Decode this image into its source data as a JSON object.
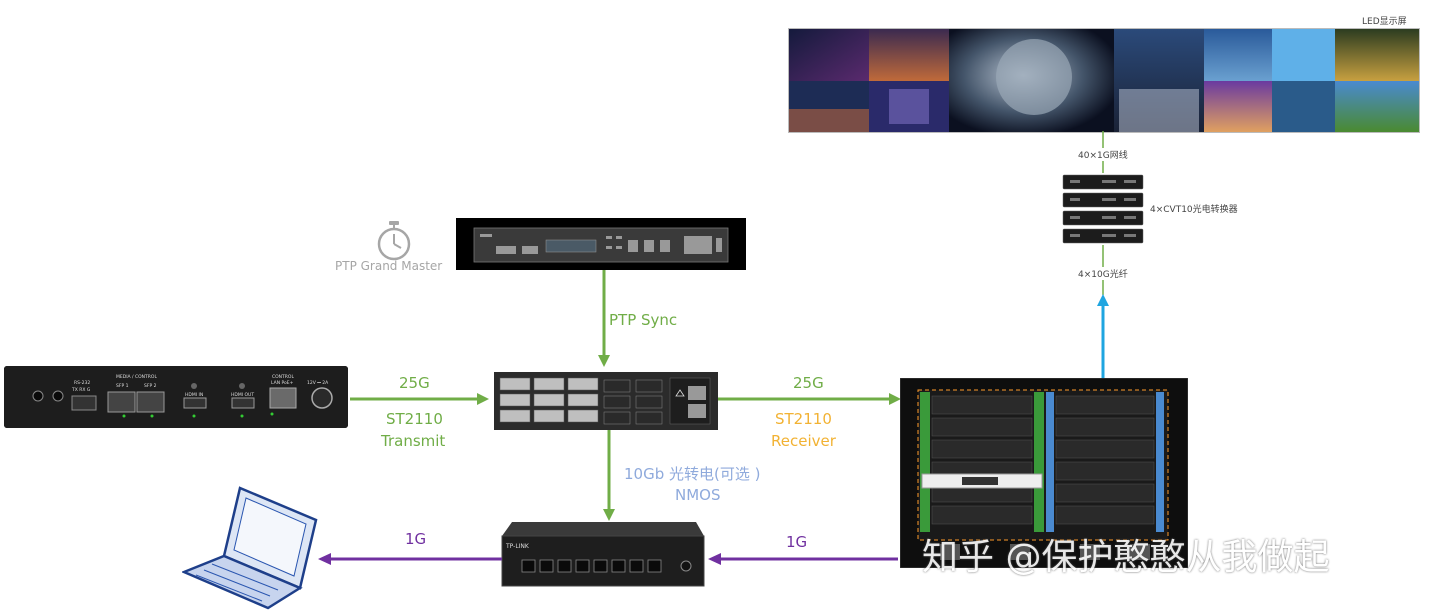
{
  "led": {
    "label": "LED显示屏"
  },
  "converter": {
    "top_label": "40×1G网线",
    "side_label": "4×CVT10光电转换器",
    "bottom_label": "4×10G光纤"
  },
  "ptp": {
    "label": "PTP Grand Master",
    "sync_label": "PTP Sync"
  },
  "left_link": {
    "speed": "25G",
    "line1": "ST2110",
    "line2": "Transmit"
  },
  "right_link": {
    "speed": "25G",
    "line1": "ST2110",
    "line2": "Receiver"
  },
  "mgmt_link": {
    "line1": "10Gb 光转电(可选 )",
    "line2": "NMOS"
  },
  "left_1g": "1G",
  "right_1g": "1G",
  "encoder_panel": {
    "rs232": "RS-232",
    "txrx": "TX RX G",
    "media": "MEDIA / CONTROL",
    "sfp1": "SFP 1",
    "sfp2": "SFP 2",
    "hdmi_in": "HDMI IN",
    "hdmi_out": "HDMI OUT",
    "control": "CONTROL",
    "lan": "LAN PoE+",
    "power": "12V ⎓ 2A"
  },
  "small_switch_brand": "TP-LINK",
  "watermark": "知乎 @保护憨憨从我做起",
  "colors": {
    "green": "#70ad47",
    "blue_arrow": "#1fa5e0",
    "purple": "#7030a0",
    "gold": "#f2b233"
  }
}
